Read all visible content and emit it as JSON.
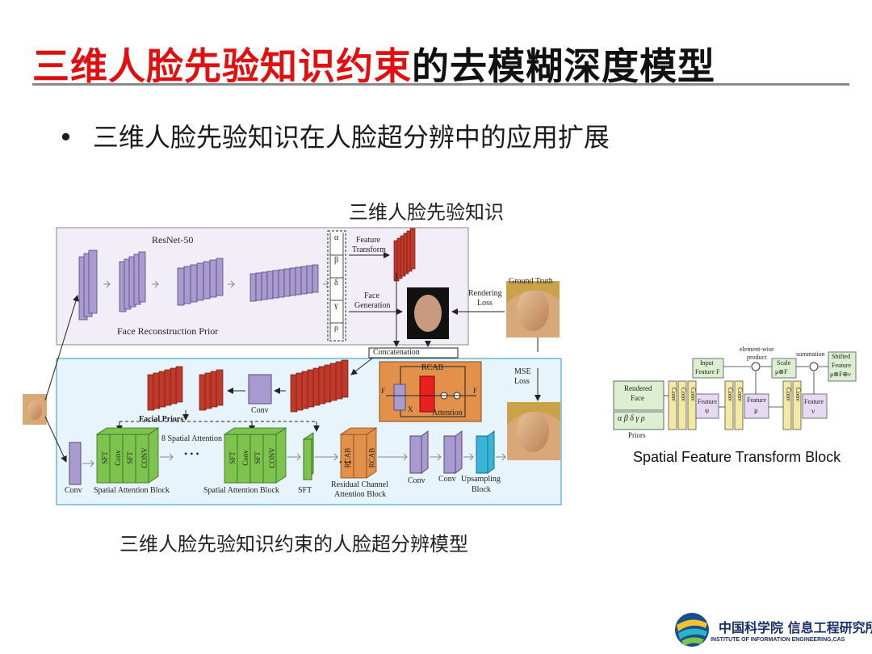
{
  "slide": {
    "title_red": "三维人脸先验知识约束",
    "title_black": "的去模糊深度模型",
    "bullet": "三维人脸先验知识在人脸超分辨中的应用扩展",
    "caption_top": "三维人脸先验知识",
    "caption_bottom": "三维人脸先验知识约束的人脸超分辨模型"
  },
  "diagram": {
    "resnet_label": "ResNet-50",
    "face_recon_label": "Face Reconstruction Prior",
    "params": [
      "α",
      "β",
      "δ",
      "γ",
      "ρ"
    ],
    "feature_transform": [
      "Feature",
      "Transform"
    ],
    "face_generation": [
      "Face",
      "Generation"
    ],
    "rendering_loss": [
      "Rendering",
      "Loss"
    ],
    "ground_truth": "Ground Truth",
    "concatenation": "Concatenation",
    "mse_loss": [
      "MSE",
      "Loss"
    ],
    "rcab": "RCAB",
    "x_b": "X",
    "f_b1": "F",
    "f_b": "F",
    "attention": "Attention",
    "conv_top": "Conv",
    "facial_priors": "Facial Priors",
    "spatial_attention": "8 Spatial Attention",
    "sft_stack": [
      "SFT",
      "Conv",
      "SFT",
      "CONV"
    ],
    "rcab_stack": [
      "RCAB",
      "RCAB"
    ],
    "bottom_labels": {
      "conv1": "Conv",
      "sab1": "Spatial Attention Block",
      "sab2": "Spatial Attention Block",
      "sft": "SFT",
      "rcab_block": [
        "Residual Channel",
        "Attention Block"
      ],
      "conv2": "Conv",
      "conv3": "Conv",
      "upsampling": [
        "Upsampling",
        "Block"
      ]
    },
    "dots": "• • •"
  },
  "sft_block": {
    "caption": "Spatial Feature Transform Block",
    "rendered_face": [
      "Rendered",
      "Face"
    ],
    "priors_params": "α β δ γ ρ",
    "priors_label": "Priors",
    "input_feature": [
      "Input",
      "Feature F"
    ],
    "element_wise": [
      "element-wise",
      "product"
    ],
    "scale": [
      "Scale",
      "μ⊗F"
    ],
    "summation": "summation",
    "shifted": [
      "Shifted",
      "Feature",
      "μ⊗F⊕ν"
    ],
    "feature_psi": [
      "Feature",
      "ψ"
    ],
    "feature_mu": [
      "Feature",
      "μ"
    ],
    "feature_nu": [
      "Feature",
      "ν"
    ],
    "conv": "Conv"
  },
  "logo": {
    "cn": "中国科学院 信息工程研究所",
    "en": "INSTITUTE OF INFORMATION ENGINEERING,CAS"
  },
  "colors": {
    "title_red": "#e01010",
    "purple_block": "#a99bd0",
    "red_block": "#c0392b",
    "green_block": "#7cc44e",
    "orange_block": "#e2914a",
    "blue_panel": "#e8f4fb",
    "cyan_block": "#38b6d8"
  }
}
